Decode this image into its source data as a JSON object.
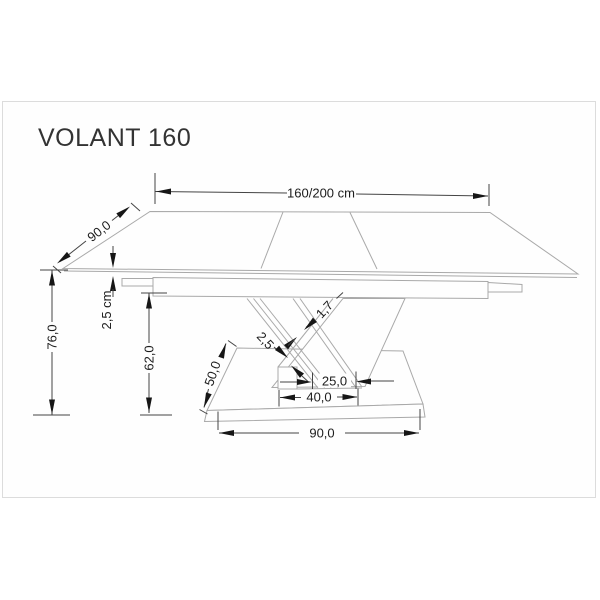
{
  "panel": {
    "title": "VOLANT 160"
  },
  "drawing": {
    "dimensions": {
      "top_length": "160/200 cm",
      "top_depth": "90,0",
      "top_thickness": "2,5 cm",
      "height_total": "76,0",
      "height_under_top": "62,0",
      "base_depth": "50,0",
      "cross_panel_thin": "1,7",
      "cross_panel_thick": "2,5",
      "foot_span_inner": "25,0",
      "foot_span_outer": "40,0",
      "base_width": "90,0"
    },
    "colors": {
      "background": "#ffffff",
      "panel_border": "#dcdcdc",
      "outline": "#a9a9a9",
      "dimension_line": "#444444",
      "dimension_text": "#1c1c1c",
      "title_text": "#333333"
    }
  }
}
